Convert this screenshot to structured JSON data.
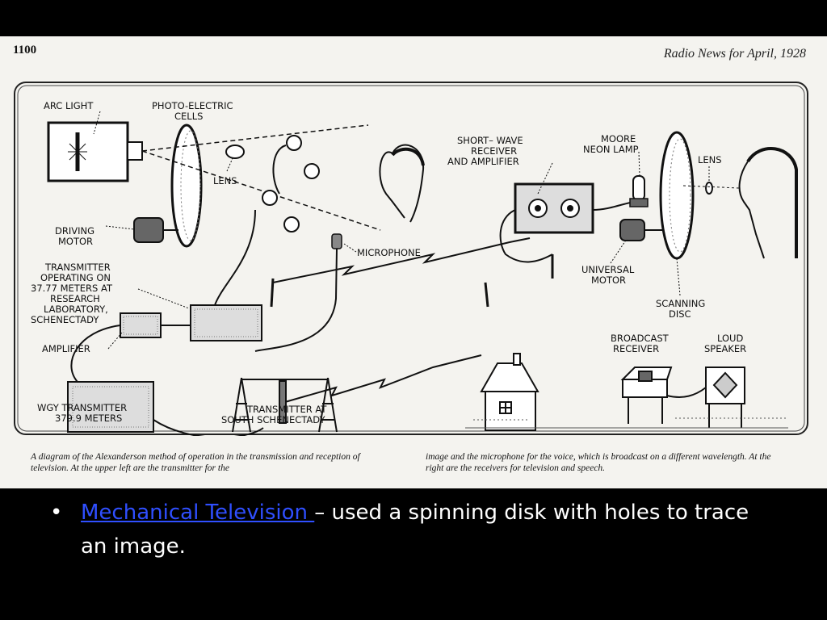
{
  "header": {
    "page_number": "1100",
    "masthead": "Radio News for April, 1928"
  },
  "diagram": {
    "labels": {
      "arc_light": "ARC LIGHT",
      "photo_electric_1": "PHOTO-ELECTRIC",
      "photo_electric_2": "CELLS",
      "lens_tx": "LENS",
      "driving_1": "DRIVING",
      "driving_2": "MOTOR",
      "microphone": "MICROPHONE",
      "transmitter_1": "TRANSMITTER",
      "transmitter_2": "OPERATING  ON",
      "transmitter_3": "37.77  METERS  AT",
      "transmitter_4": "RESEARCH",
      "transmitter_5": "LABORATORY,",
      "transmitter_6": "SCHENECTADY",
      "amplifier": "AMPLIFIER",
      "wgy_1": "WGY  TRANSMITTER",
      "wgy_2": "379.9  METERS",
      "south_1": "TRANSMITTER  AT",
      "south_2": "SOUTH  SCHENECTADY",
      "shortwave_1": "SHORT– WAVE",
      "shortwave_2": "RECEIVER",
      "shortwave_3": "AND  AMPLIFIER",
      "moore_1": "MOORE",
      "moore_2": "NEON LAMP",
      "lens_rx": "LENS",
      "universal_1": "UNIVERSAL",
      "universal_2": "MOTOR",
      "scanning_1": "SCANNING",
      "scanning_2": "DISC",
      "broadcast_1": "BROADCAST",
      "broadcast_2": "RECEIVER",
      "loud_1": "LOUD",
      "loud_2": "SPEAKER"
    }
  },
  "caption": {
    "left": "A diagram of the Alexanderson method of operation in the transmission and reception of television. At the upper left are the transmitter for the",
    "right": "image and the microphone for the voice, which is broadcast on a different wavelength. At the right are the receivers for television and speech."
  },
  "bullet": {
    "glyph": "•",
    "link_text": "Mechanical Television ",
    "text": "– used a spinning disk with holes to trace an image."
  },
  "colors": {
    "link": "#2f4fff",
    "slide_bg": "#000000",
    "paper": "#f4f3ef"
  }
}
